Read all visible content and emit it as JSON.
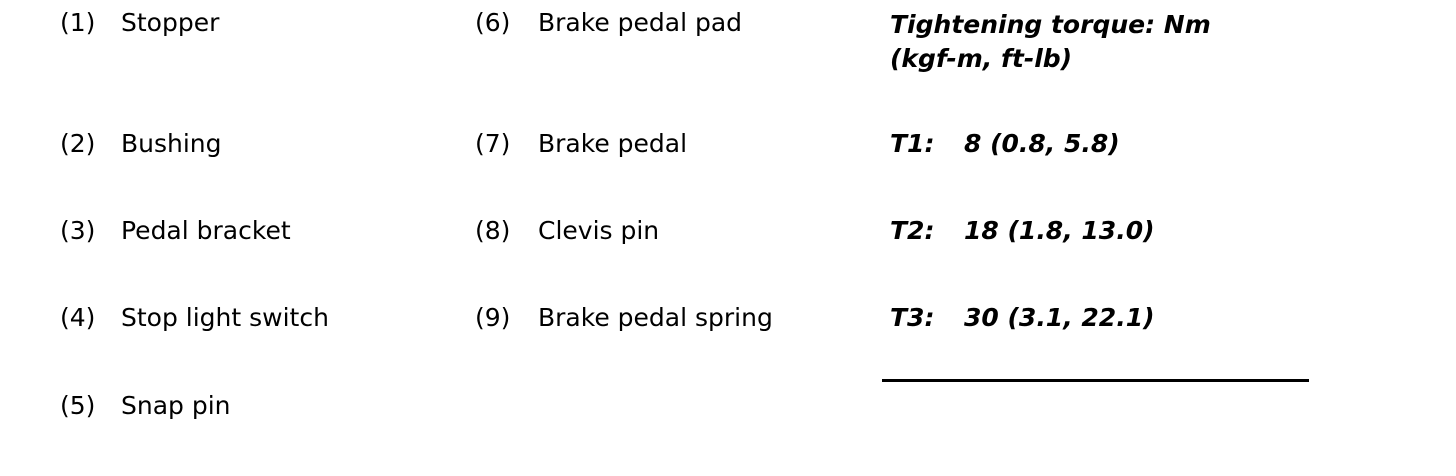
{
  "parts_col1": [
    {
      "num": "(1)",
      "label": "Stopper"
    },
    {
      "num": "(2)",
      "label": "Bushing"
    },
    {
      "num": "(3)",
      "label": "Pedal bracket"
    },
    {
      "num": "(4)",
      "label": "Stop light switch"
    },
    {
      "num": "(5)",
      "label": "Snap pin"
    }
  ],
  "parts_col2": [
    {
      "num": "(6)",
      "label": "Brake pedal pad"
    },
    {
      "num": "(7)",
      "label": "Brake pedal"
    },
    {
      "num": "(8)",
      "label": "Clevis pin"
    },
    {
      "num": "(9)",
      "label": "Brake pedal spring"
    }
  ],
  "torque": {
    "title": "Tightening torque: Nm\n(kgf-m, ft-lb)",
    "items": [
      {
        "key": "T1:",
        "value": "8 (0.8, 5.8)"
      },
      {
        "key": "T2:",
        "value": "18 (1.8, 13.0)"
      },
      {
        "key": "T3:",
        "value": "30 (3.1, 22.1)"
      }
    ]
  }
}
